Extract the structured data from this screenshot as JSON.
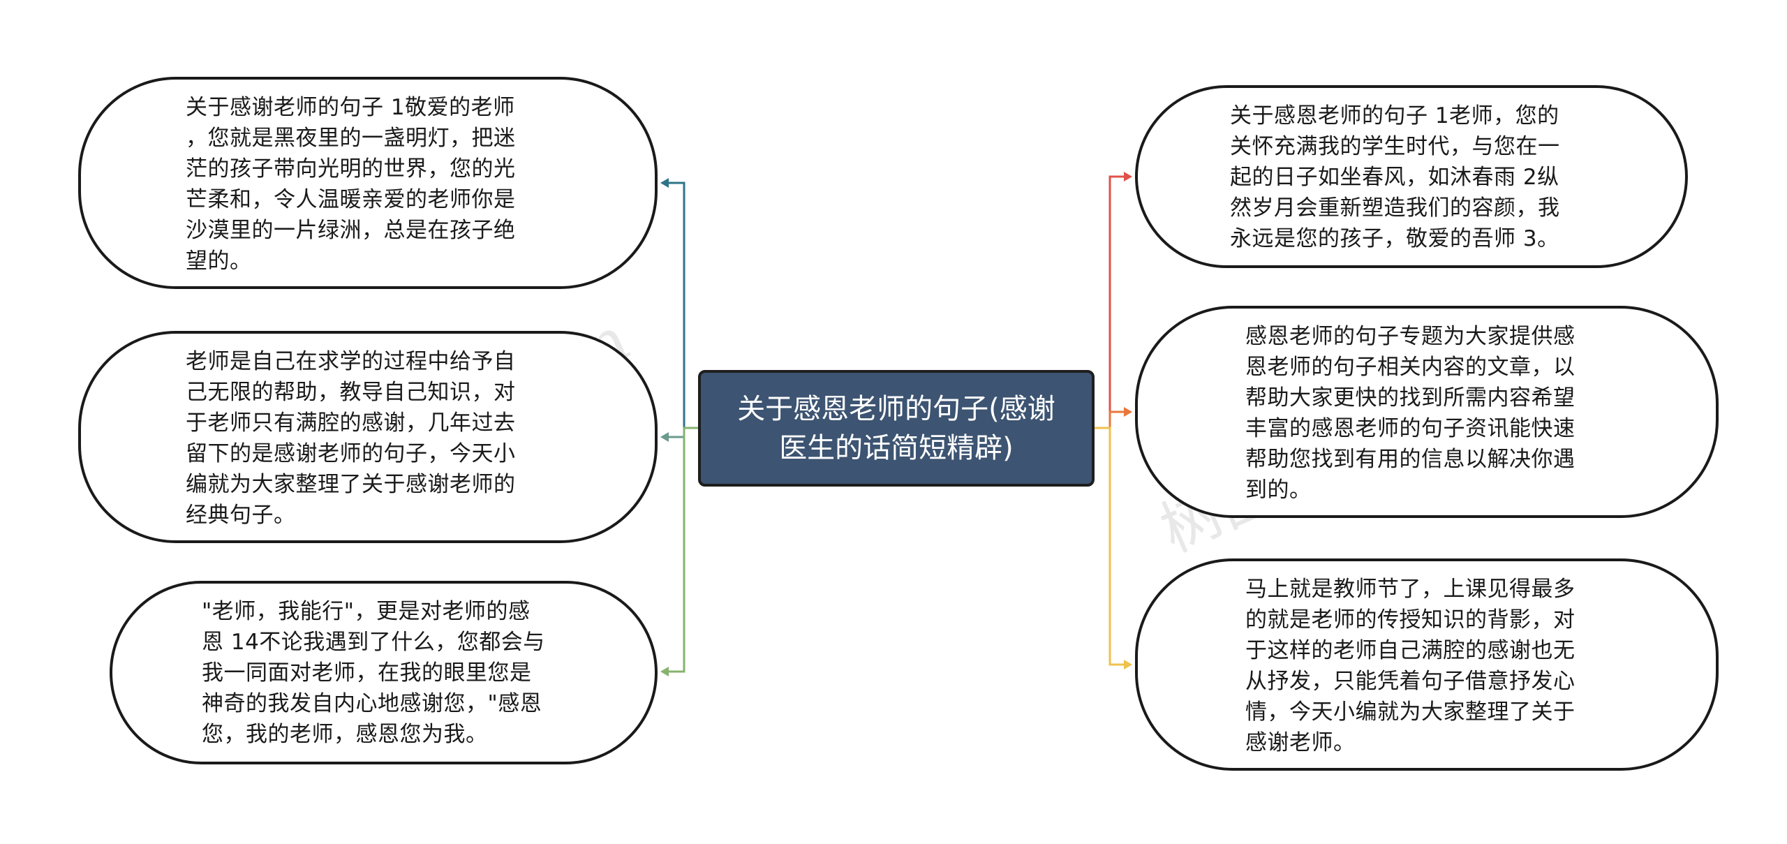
{
  "root": {
    "text": "关于感恩老师的句子(感谢\n医生的话简短精辟)",
    "background": "#3d5472"
  },
  "branches": {
    "left": [
      {
        "text": "关于感谢老师的句子 1敬爱的老师\n，您就是黑夜里的一盏明灯，把迷\n茫的孩子带向光明的世界，您的光\n芒柔和，令人温暖亲爱的老师你是\n沙漠里的一片绿洲，总是在孩子绝\n望的。",
        "color": "#2e7489"
      },
      {
        "text": "老师是自己在求学的过程中给予自\n己无限的帮助，教导自己知识，对\n于老师只有满腔的感谢，几年过去\n留下的是感谢老师的句子，今天小\n编就为大家整理了关于感谢老师的\n经典句子。",
        "color": "#6a9a8c"
      },
      {
        "text": "\"老师，我能行\"，更是对老师的感\n恩 14不论我遇到了什么，您都会与\n我一同面对老师，在我的眼里您是\n神奇的我发自内心地感谢您，\"感恩\n您，我的老师，感恩您为我。",
        "color": "#86b36e"
      }
    ],
    "right": [
      {
        "text": "关于感恩老师的句子 1老师，您的\n关怀充满我的学生时代，与您在一\n起的日子如坐春风，如沐春雨 2纵\n然岁月会重新塑造我们的容颜，我\n永远是您的孩子，敬爱的吾师 3。",
        "color": "#e0514a"
      },
      {
        "text": "感恩老师的句子专题为大家提供感\n恩老师的句子相关内容的文章，以\n帮助大家更快的找到所需内容希望\n丰富的感恩老师的句子资讯能快速\n帮助您找到有用的信息以解决你遇\n到的。",
        "color": "#e8773a"
      },
      {
        "text": "马上就是教师节了，上课见得最多\n的就是老师的传授知识的背影，对\n于这样的老师自己满腔的感谢也无\n从抒发，只能凭着句子借意抒发心\n情，今天小编就为大家整理了关于\n感谢老师。",
        "color": "#efc14d"
      }
    ]
  },
  "watermarks": [
    "树图 shutu.cn",
    "树图 shutu.cn"
  ]
}
